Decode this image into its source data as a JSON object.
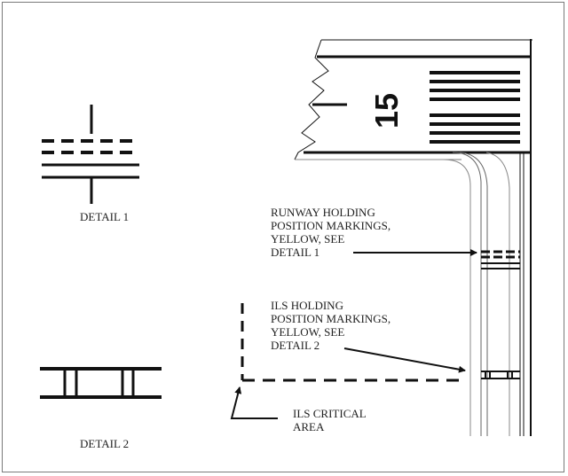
{
  "diagram": {
    "type": "airport-holding-position-markings",
    "runway": {
      "number": "15"
    },
    "labels": {
      "detail1": "DETAIL 1",
      "detail2": "DETAIL 2",
      "runway_holding": [
        "RUNWAY HOLDING",
        "POSITION MARKINGS,",
        "YELLOW, SEE",
        "DETAIL 1"
      ],
      "ils_holding": [
        "ILS HOLDING",
        "POSITION MARKINGS,",
        "YELLOW, SEE",
        "DETAIL 2"
      ],
      "ils_critical": [
        "ILS CRITICAL",
        "AREA"
      ]
    },
    "colors": {
      "ink": "#111111",
      "thin_line": "#666666",
      "frame": "#7a7a7a",
      "background": "#ffffff"
    }
  }
}
